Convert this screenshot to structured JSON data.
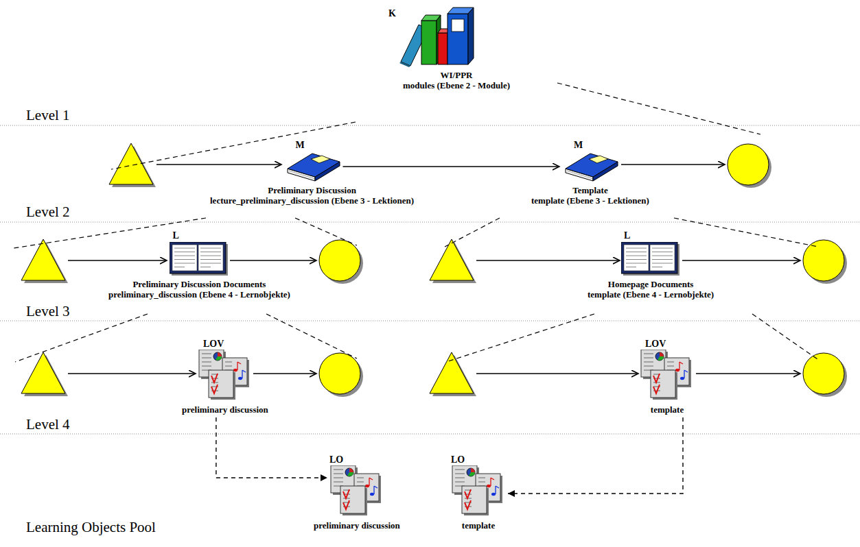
{
  "diagram": {
    "nodes": [
      {
        "text": [
          "K",
          "WI/PPR",
          "modules (Ebene 2 - Module)"
        ]
      },
      {
        "text": [
          "M",
          "Preliminary Discussion",
          "lecture_preliminary_discussion (Ebene 3 - Lektionen)"
        ]
      },
      {
        "text": [
          "M",
          "Template",
          "template (Ebene 3 - Lektionen)"
        ]
      },
      {
        "text": [
          "L",
          "Preliminary Discussion Documents",
          "preliminary_discussion (Ebene 4 - Lernobjekte)"
        ]
      },
      {
        "text": [
          "L",
          "Homepage Documents",
          "template (Ebene 4 - Lernobjekte)"
        ]
      },
      {
        "text": [
          "LOV",
          "preliminary discussion"
        ]
      },
      {
        "text": [
          "LOV",
          "template"
        ]
      },
      {
        "text": [
          "LO",
          "preliminary discussion"
        ]
      },
      {
        "text": [
          "LO",
          "template"
        ]
      }
    ],
    "edges": [
      {
        "from": 1,
        "to": 2,
        "arrow": "to"
      },
      {
        "from": 5,
        "to": 7,
        "arrow": "to"
      },
      {
        "from": 6,
        "to": 8,
        "arrow": "to"
      }
    ],
    "labels": [
      "Level 1",
      "Level 2",
      "Level 3",
      "Level 4",
      "Learning Objects Pool"
    ]
  }
}
